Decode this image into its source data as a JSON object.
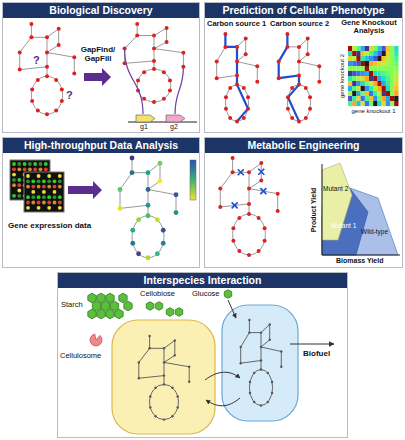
{
  "diagram": {
    "nodes": [
      {
        "text": [
          "Biological Discovery"
        ]
      },
      {
        "text": [
          "Prediction of Cellular Phenotype"
        ]
      },
      {
        "text": [
          "High-throughput Data Analysis"
        ]
      },
      {
        "text": [
          "Metabolic Engineering"
        ]
      },
      {
        "text": [
          "Interspecies Interaction"
        ]
      }
    ],
    "labels": [
      "?",
      "?",
      "GapFind/ GapFill",
      "g1",
      "g2",
      "Carbon source 1",
      "Carbon source 2",
      "Gene Knockout Analysis",
      "gene knockout 1",
      "gene knockout 2",
      "Gene expression data",
      "Product Yield",
      "Biomass Yield",
      "Mutant 2",
      "Mutant 1",
      "Wild-type",
      "Starch",
      "Cellobiose",
      "Glucose",
      "Cellulosome",
      "Biofuel"
    ]
  }
}
